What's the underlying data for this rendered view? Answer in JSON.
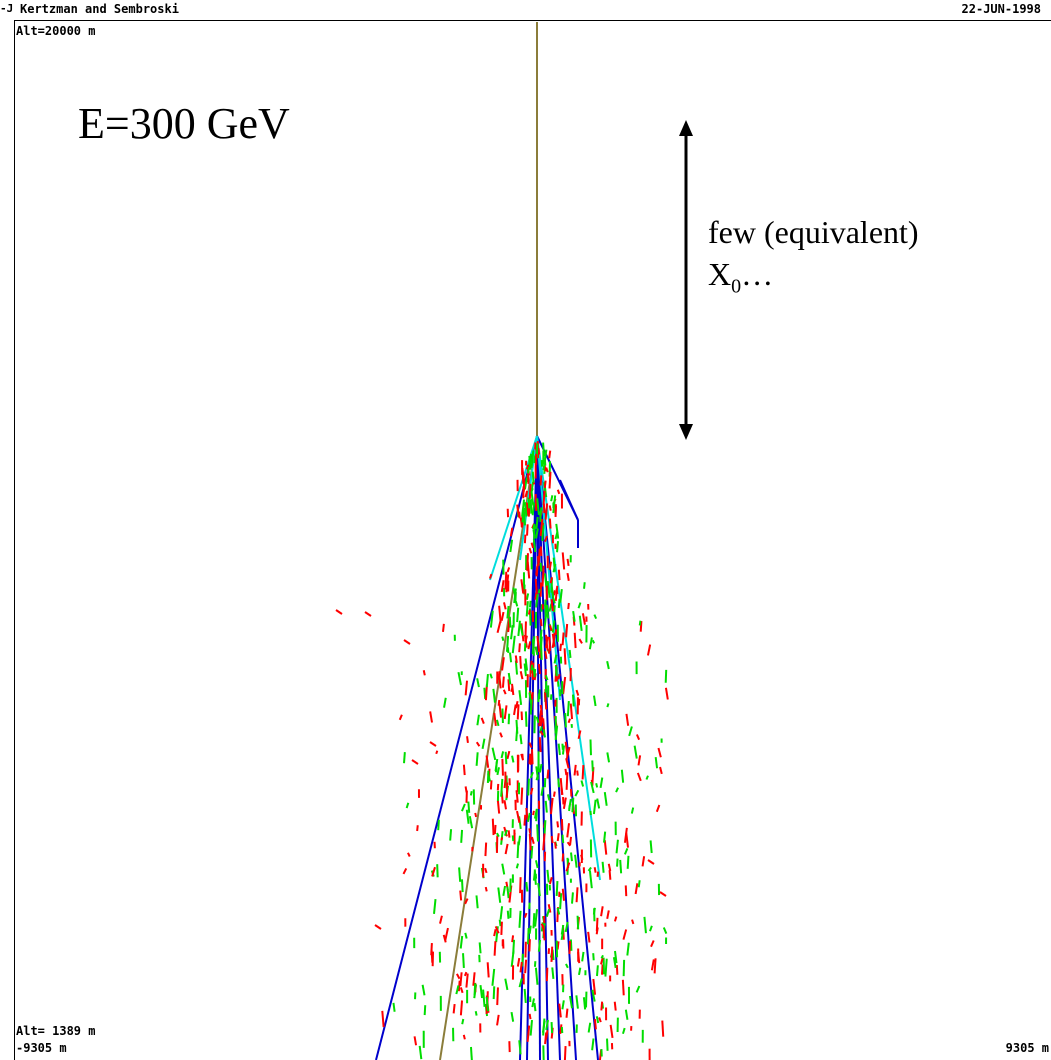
{
  "header": {
    "corner_mark": "-J",
    "author": "Kertzman and Sembroski",
    "date": "22-JUN-1998"
  },
  "altitude": {
    "top": "Alt=20000 m",
    "bottom": "Alt= 1389 m"
  },
  "x_axis": {
    "left": "-9305 m",
    "right": "9305 m"
  },
  "annotations": {
    "energy": "E=300 GeV",
    "note_line1": "few (equivalent)",
    "note_symbol": "X",
    "note_subscript": "0",
    "note_suffix": "…"
  },
  "colors": {
    "primary_track": "#8b7d3a",
    "electron": "#ff0000",
    "positron": "#00dd00",
    "muon": "#0000cc",
    "other": "#00dddd",
    "arrow": "#000000"
  }
}
